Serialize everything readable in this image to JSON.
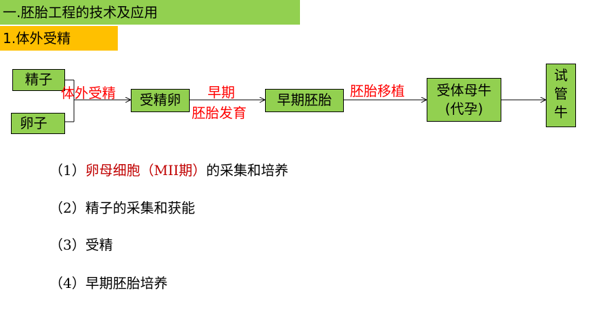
{
  "header": {
    "title": "一.胚胎工程的技术及应用",
    "subtitle": "1.体外受精"
  },
  "flow": {
    "sperm": "精子",
    "egg": "卵子",
    "step1_label": "体外受精",
    "fertilized_egg": "受精卵",
    "step2_label_line1": "早期",
    "step2_label_line2": "胚胎发育",
    "early_embryo": "早期胚胎",
    "step3_label": "胚胎移植",
    "recipient_line1": "受体母牛",
    "recipient_line2": "(代孕)",
    "result_line1": "试",
    "result_line2": "管",
    "result_line3": "牛"
  },
  "steps": [
    {
      "num": "（1）",
      "highlight": "卵母细胞（MII期）",
      "rest": "的采集和培养"
    },
    {
      "num": "（2）",
      "highlight": "",
      "rest": "精子的采集和获能"
    },
    {
      "num": "（3）",
      "highlight": "",
      "rest": "受精"
    },
    {
      "num": "（4）",
      "highlight": "",
      "rest": "早期胚胎培养"
    }
  ],
  "colors": {
    "green": "#92d050",
    "orange": "#ffc000",
    "red": "#ff0000",
    "dark_red": "#c00000"
  }
}
